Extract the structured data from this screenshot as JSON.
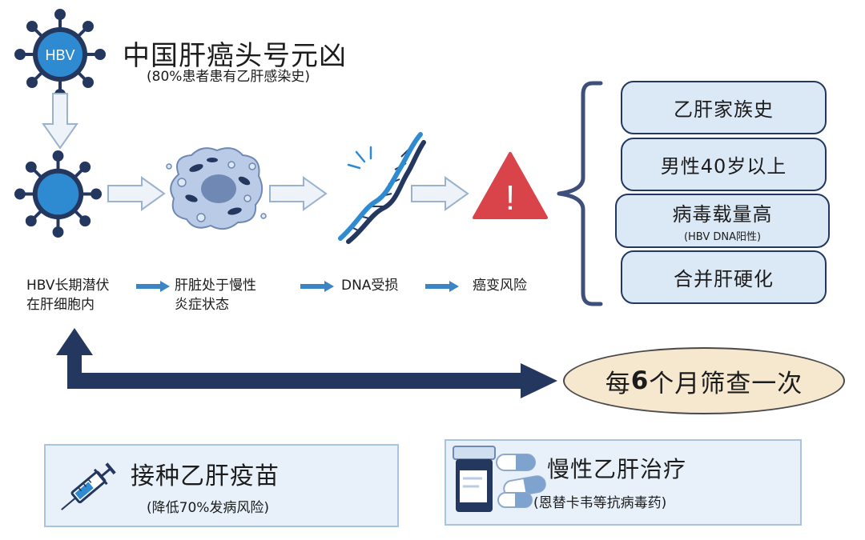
{
  "header": {
    "virus_label": "HBV",
    "title": "中国肝癌头号元凶",
    "subtitle": "(80%患者患有乙肝感染史)"
  },
  "pathway": {
    "steps": [
      {
        "line1": "HBV长期潜伏",
        "line2": "在肝细胞内"
      },
      {
        "line1": "肝脏处于慢性",
        "line2": "炎症状态"
      },
      {
        "line1": "DNA受损",
        "line2": ""
      },
      {
        "line1": "癌变风险",
        "line2": ""
      }
    ],
    "warning_symbol": "!"
  },
  "risk_factors": [
    {
      "label": "乙肝家族史",
      "note": ""
    },
    {
      "label": "男性40岁以上",
      "note": ""
    },
    {
      "label": "病毒载量高",
      "note": "(HBV DNA阳性)"
    },
    {
      "label": "合并肝硬化",
      "note": ""
    }
  ],
  "screening": {
    "prefix": "每",
    "number": "6",
    "suffix": "个月筛查一次"
  },
  "prevention": {
    "vaccine": {
      "title": "接种乙肝疫苗",
      "note": "(降低70%发病风险)"
    },
    "treatment": {
      "title": "慢性乙肝治疗",
      "note": "(恩替卡韦等抗病毒药)"
    }
  },
  "colors": {
    "navy": "#24375f",
    "virus_blue": "#2f8bd1",
    "flow_arrow": "#3c85c4",
    "warning_red": "#d9434a",
    "box_fill": "#dbe8f5",
    "screen_fill": "#f6e7cf",
    "card_fill": "#e8f1fa"
  },
  "icons": [
    "hbv-virus-icon",
    "infected-cell-icon",
    "inflamed-liver-cell-icon",
    "damaged-dna-icon",
    "warning-triangle-icon",
    "syringe-icon",
    "pill-bottle-icon",
    "capsule-icon"
  ]
}
